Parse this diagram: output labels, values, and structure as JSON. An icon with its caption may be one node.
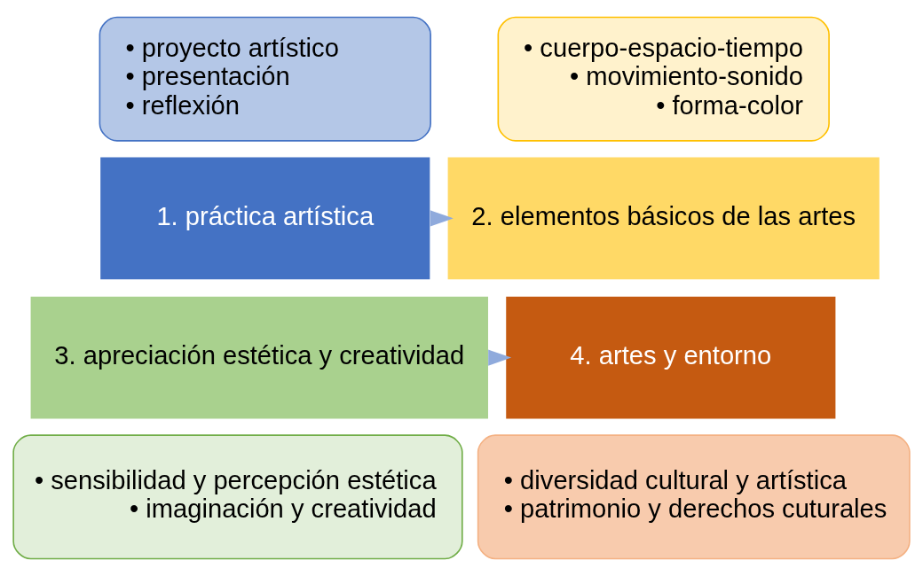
{
  "diagram": {
    "nodes": [
      {
        "text": [
          "• proyecto artístico",
          "• presentación",
          "• reflexión"
        ]
      },
      {
        "text": [
          "• cuerpo-espacio-tiempo",
          "• movimiento-sonido",
          "• forma-color"
        ]
      },
      {
        "text": [
          "1. práctica artística"
        ]
      },
      {
        "text": [
          "2. elementos básicos de las artes"
        ]
      },
      {
        "text": [
          "4. artes y entorno"
        ]
      },
      {
        "text": [
          "3. apreciación estética y creatividad"
        ]
      },
      {
        "text": [
          "• diversidad cultural y artística",
          "• patrimonio y derechos cuturales"
        ]
      },
      {
        "text": [
          "• sensibilidad y percepción estética",
          "• imaginación y creatividad"
        ]
      }
    ],
    "edges": [
      {
        "from": 2,
        "to": 3,
        "arrow": "to"
      },
      {
        "from": 5,
        "to": 4,
        "arrow": "to"
      }
    ]
  }
}
